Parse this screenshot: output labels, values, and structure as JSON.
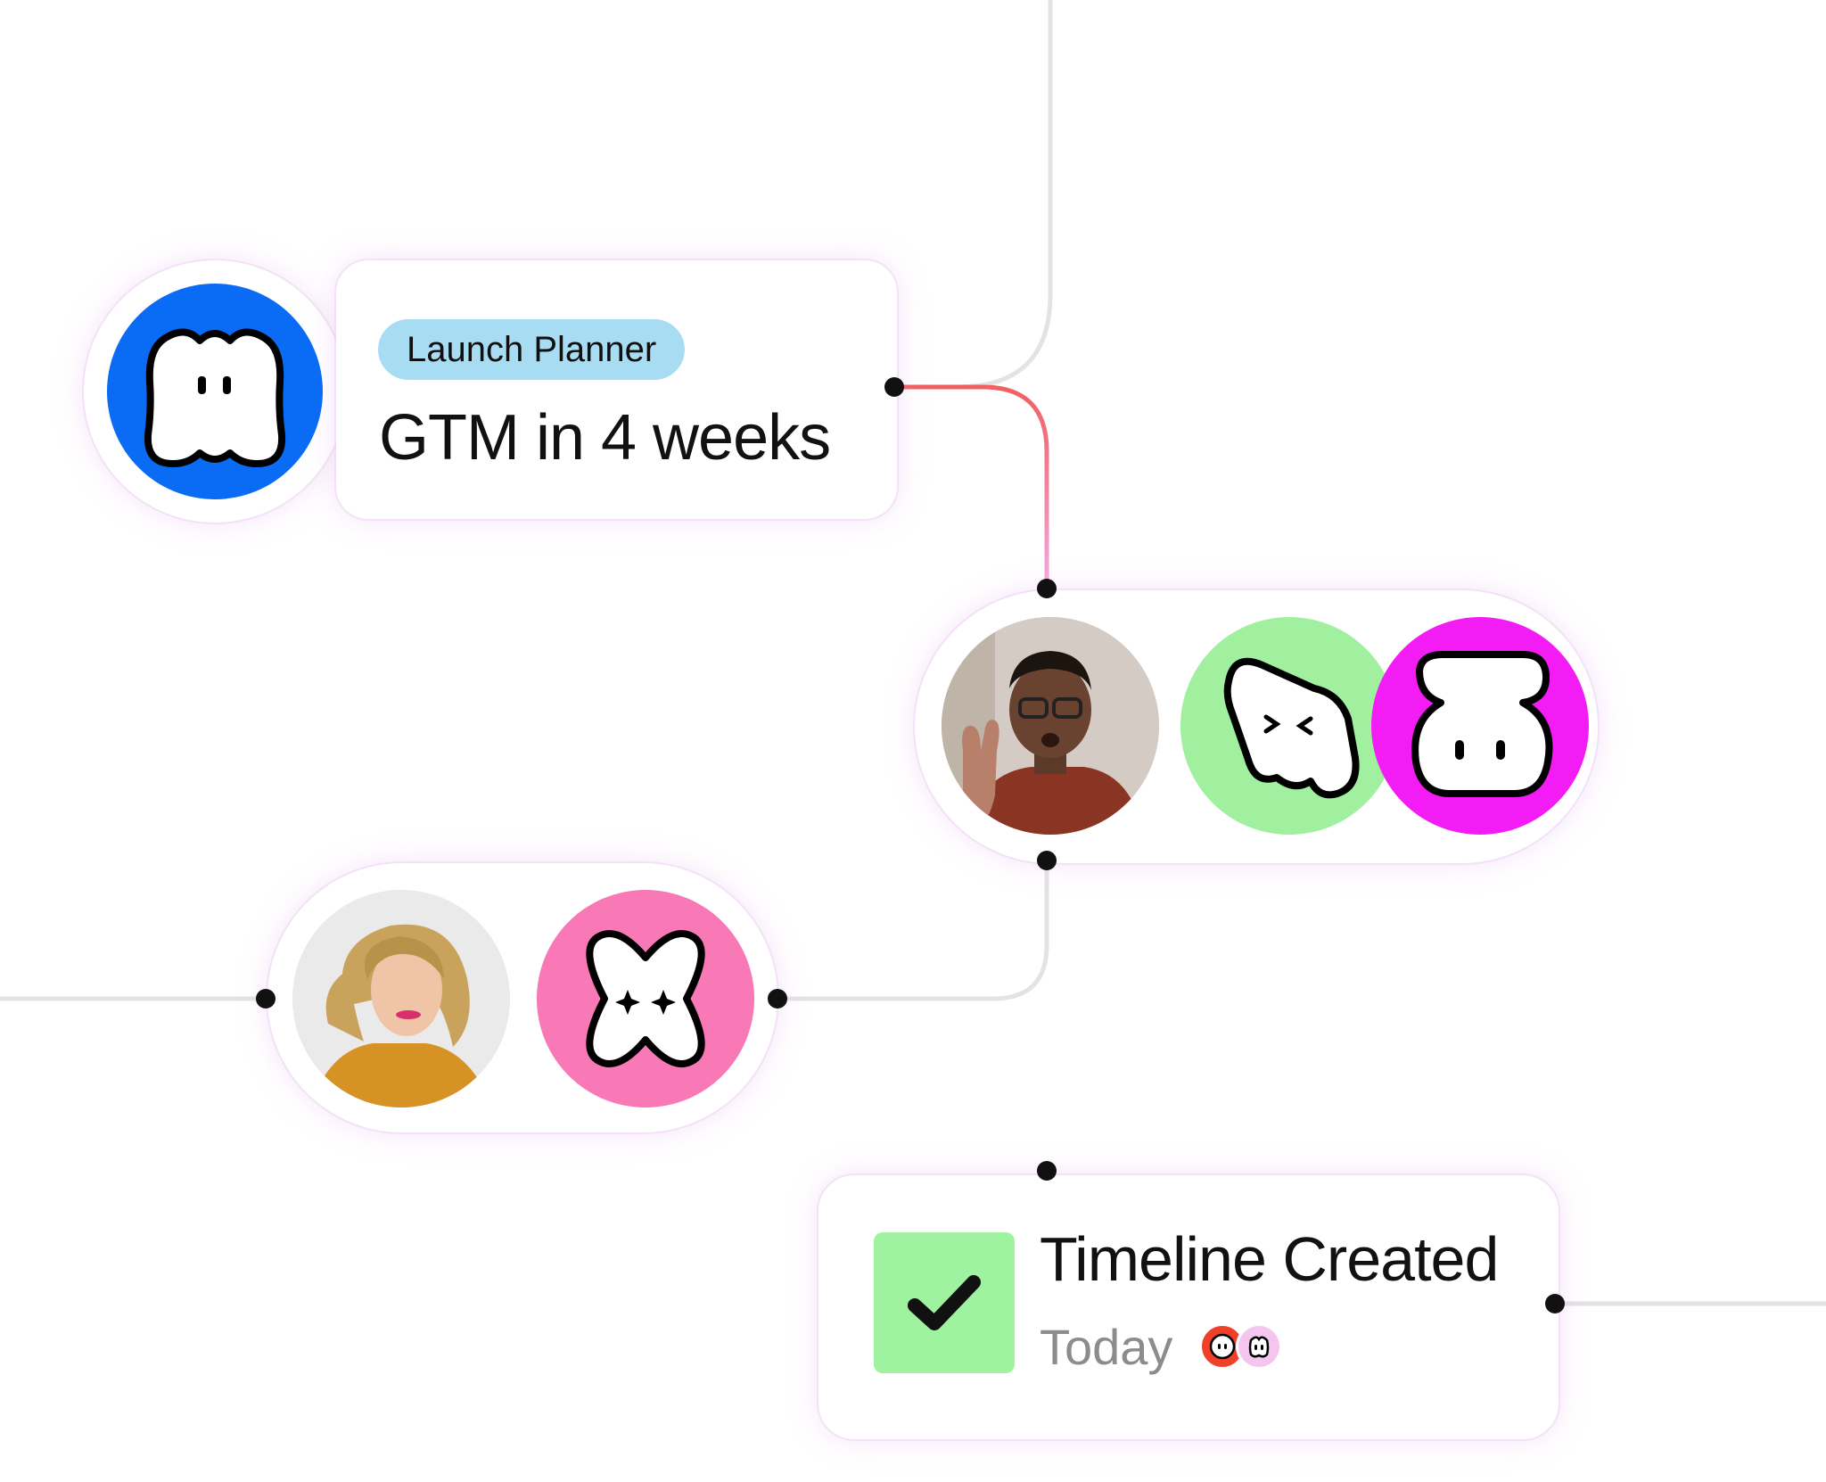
{
  "planner_card": {
    "tag": "Launch Planner",
    "title": "GTM in 4 weeks"
  },
  "timeline_card": {
    "title": "Timeline Created",
    "subtitle": "Today"
  },
  "colors": {
    "blue_avatar": "#0a6cf5",
    "green_avatar": "#a0f0a0",
    "magenta_avatar": "#f41cf4",
    "pink_avatar": "#f979b6",
    "tag_bg": "#a8dcf2",
    "check_bg": "#9ff29f",
    "wire_gray": "#e2e2e2",
    "wire_red": "#f05a5a",
    "wire_pink": "#f4a6e0"
  },
  "icons": [
    "ghost-face-icon",
    "squint-face-icon",
    "bear-face-icon",
    "sparkle-x-icon",
    "checkmark-icon"
  ]
}
